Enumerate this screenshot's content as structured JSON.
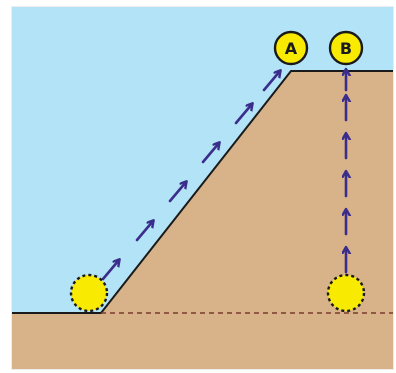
{
  "labels": {
    "a": "A",
    "b": "B"
  },
  "colors": {
    "sky": "#b3e3f6",
    "ground": "#d8b38a",
    "outline": "#1a1a1a",
    "arrow": "#3a2d8c",
    "ball_fill": "#f8ea00",
    "ground_line_dashed": "#7a3b2e",
    "border": "#d9d9d9"
  },
  "icons": {
    "ball": "yellow-circle-dotted-outline",
    "labeled_ball": "yellow-circle-labeled",
    "arrow": "dashed-arrow"
  }
}
